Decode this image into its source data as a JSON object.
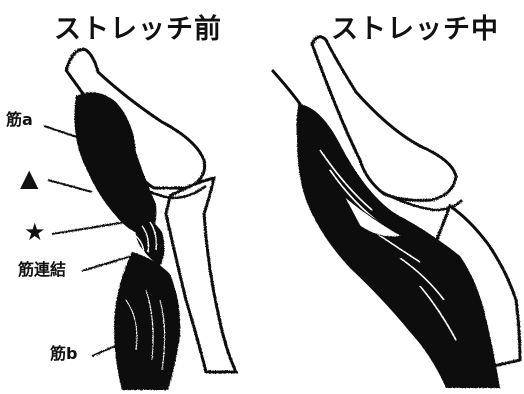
{
  "panels": {
    "before": {
      "title": "ストレッチ前"
    },
    "during": {
      "title": "ストレッチ中"
    }
  },
  "labels": {
    "muscle_a": "筋a",
    "triangle_symbol": "▲",
    "star_symbol": "★",
    "junction": "筋連結",
    "muscle_b": "筋b"
  },
  "colors": {
    "ink": "#111111",
    "paper": "#ffffff"
  }
}
